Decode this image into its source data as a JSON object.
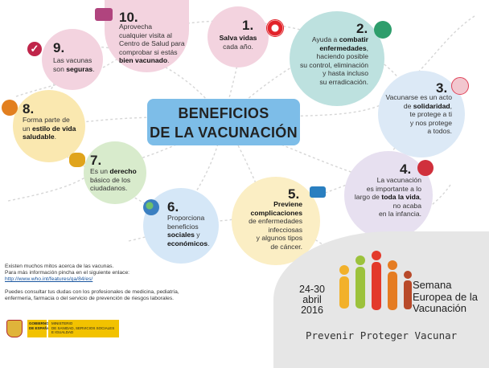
{
  "title": {
    "line1": "BENEFICIOS",
    "line2": "DE LA VACUNACIÓN"
  },
  "items": [
    {
      "num": "1.",
      "l1": "Salva vidas",
      "l2": "cada año.",
      "color": "#f3d3df",
      "icon": "lifebuoy-icon",
      "icon_color": "#e2232a"
    },
    {
      "num": "2.",
      "l1": "Ayuda a ",
      "b1": "combatir",
      "b2": "enfermedades",
      "l2b": ",",
      "l3": "haciendo posible",
      "l4": "su control, eliminación",
      "l5": "y hasta incluso",
      "l6": "su erradicación.",
      "color": "#bde1df",
      "icon": "virus-icon",
      "icon_color": "#2e9e6c"
    },
    {
      "num": "3.",
      "l1": "Vacunarse es un acto",
      "l2": "de ",
      "b1": "solidaridad",
      "l2b": ",",
      "l3": "te protege a ti",
      "l4": "y nos protege",
      "l5": "a todos.",
      "color": "#dce9f6",
      "icon": "people-icon",
      "icon_color": "#e0445a"
    },
    {
      "num": "4.",
      "l1": "La vacunación",
      "l2": "es importante a lo",
      "l3": "largo de ",
      "b1": "toda la vida",
      "l3b": ",",
      "l4": "no acaba",
      "l5": "en la infancia.",
      "color": "#e7e0f0",
      "icon": "family-icon",
      "icon_color": "#d0303c"
    },
    {
      "num": "5.",
      "b1": "Previene",
      "b2": "complicaciones",
      "l1": "de enfermedades",
      "l2": "infecciosas",
      "l3": "y algunos tipos",
      "l4": "de cáncer.",
      "color": "#fbeec4",
      "icon": "bed-icon",
      "icon_color": "#2a7fc0"
    },
    {
      "num": "6.",
      "l1": "Proporciona",
      "l2": "beneficios",
      "b1": "sociales",
      "l3": " y",
      "b2": "económicos",
      "l4": ".",
      "color": "#d5e7f7",
      "icon": "globe-icon",
      "icon_color": "#3a7fc1"
    },
    {
      "num": "7.",
      "l1": "Es un ",
      "b1": "derecho",
      "l2": "básico de los",
      "l3": "ciudadanos.",
      "color": "#d8ebcc",
      "icon": "handshake-icon",
      "icon_color": "#e0a41c"
    },
    {
      "num": "8.",
      "l1": "Forma parte de",
      "l2": "un ",
      "b1": "estilo de vida",
      "b2": "saludable",
      "l3": ".",
      "color": "#fae8b0",
      "icon": "healthy-icon",
      "icon_color": "#e27f1f"
    },
    {
      "num": "9.",
      "l1": "Las vacunas",
      "l2": "son ",
      "b1": "seguras",
      "l3": ".",
      "color": "#f3d3df",
      "icon": "checkmark-icon",
      "icon_color": "#c0254a"
    },
    {
      "num": "10.",
      "l1": "Aprovecha",
      "l2": "cualquier visita al",
      "l3": "Centro de Salud para",
      "l4": "comprobar si estás",
      "b1": "bien vacunado",
      "l5": ".",
      "color": "#f3d3df",
      "icon": "clinic-icon",
      "icon_color": "#b0447e"
    }
  ],
  "footer": {
    "p1": "Existen muchos mitos acerca de las vacunas.",
    "p2": "Para más información pincha en el siguiente enlace:",
    "link": "http://www.who.int/features/qa/84/es/",
    "p3": "Puedes consultar tus dudas con los profesionales de medicina, pediatría,",
    "p4": "enfermería, farmacia o del servicio de prevención de riesgos laborales.",
    "gov1": "GOBIERNO",
    "gov2": "DE ESPAÑA",
    "min1": "MINISTERIO",
    "min2": "DE SANIDAD, SERVICIOS SOCIALES",
    "min3": "E IGUALDAD"
  },
  "campaign": {
    "dates1": "24-30",
    "dates2": "abril",
    "dates3": "2016",
    "name1": "Semana",
    "name2": "Europea de la",
    "name3": "Vacunación",
    "slogan": "Prevenir Proteger Vacunar"
  },
  "colors": {
    "title_bg": "#7dbde8",
    "banner_bg": "#e6e6e6",
    "net": "#d4d4d4"
  }
}
